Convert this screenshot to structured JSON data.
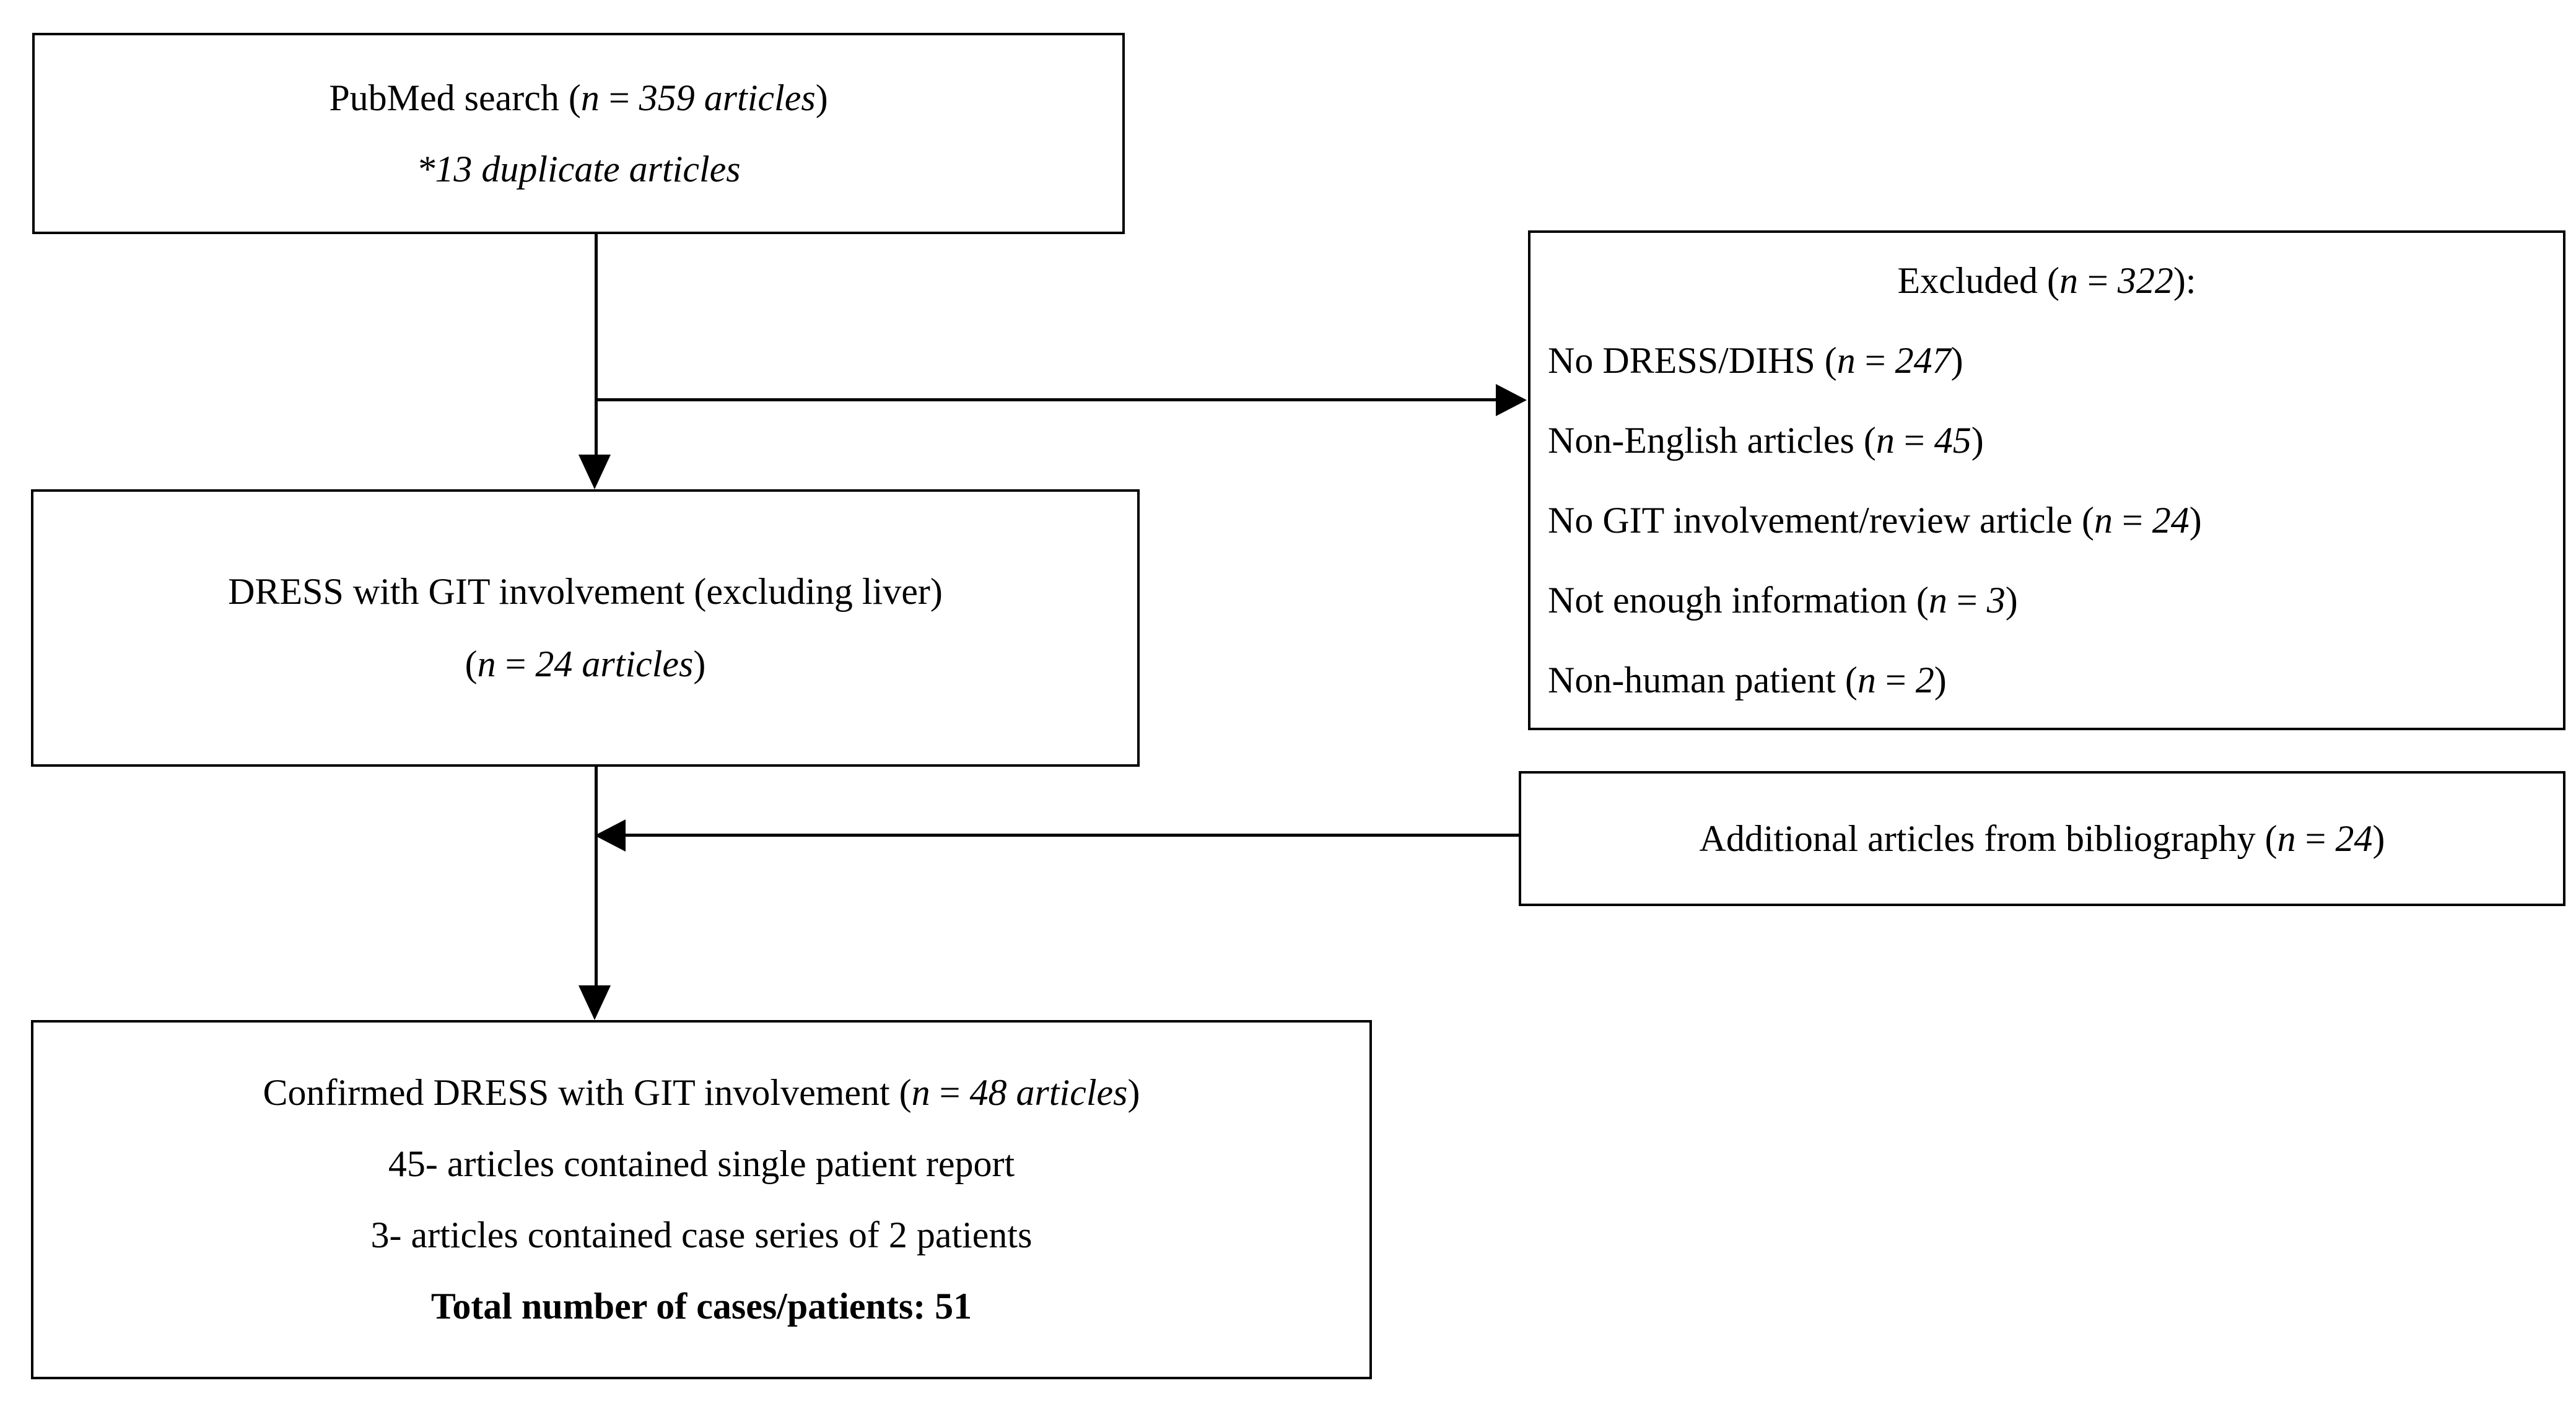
{
  "diagram": {
    "title": "PRISMA-style article selection flowchart",
    "type": "flowchart",
    "accent_color": "#000000",
    "background_color": "#ffffff"
  },
  "boxes": {
    "pubmed": {
      "name": "pubmed-search-box",
      "lines": [
        {
          "pre": "PubMed search (",
          "italic_n": "n",
          "mid": " = ",
          "italic_val": "359 articles",
          "post": ")"
        },
        {
          "italic_all": "*13 duplicate articles"
        }
      ],
      "line1_plain": "PubMed search (n = 359 articles)",
      "line2_plain": "*13 duplicate articles"
    },
    "dress": {
      "name": "dress-git-box",
      "line1": "DRESS with GIT involvement (excluding liver)",
      "line2_pre": "(",
      "line2_italic_n": "n",
      "line2_mid": " = ",
      "line2_italic_val": "24 articles",
      "line2_post": ")",
      "line2_plain": "(n = 24 articles)"
    },
    "confirmed": {
      "name": "confirmed-dress-box",
      "line1_pre": "Confirmed DRESS with GIT involvement (",
      "line1_italic_n": "n",
      "line1_mid": " = ",
      "line1_italic_val": "48 articles",
      "line1_post": ")",
      "line1_plain": "Confirmed DRESS with GIT involvement (n = 48 articles)",
      "line2": "45- articles contained single patient report",
      "line3": "3- articles contained case series of 2 patients",
      "line4": "Total number of cases/patients: 51"
    },
    "excluded": {
      "name": "excluded-box",
      "heading_pre": "Excluded (",
      "heading_italic_n": "n",
      "heading_mid": " = ",
      "heading_val": "322",
      "heading_post": "):",
      "heading_plain": "Excluded (n = 322):",
      "items": [
        {
          "label": "No DRESS/DIHS (",
          "n": "n",
          "eq": " = ",
          "value": "247",
          "close": ")",
          "plain": "No DRESS/DIHS (n = 247)"
        },
        {
          "label": "Non-English articles (",
          "n": "n",
          "eq": " = ",
          "value": "45",
          "close": ")",
          "plain": "Non-English articles (n = 45)"
        },
        {
          "label": "No GIT involvement/review article (",
          "n": "n",
          "eq": " = ",
          "value": "24",
          "close": ")",
          "plain": "No GIT involvement/review article (n = 24)"
        },
        {
          "label": "Not enough information (",
          "n": "n",
          "eq": " = ",
          "value": "3",
          "close": ")",
          "plain": "Not enough information (n = 3)"
        },
        {
          "label": "Non-human patient (",
          "n": "n",
          "eq": " = ",
          "value": "2",
          "close": ")",
          "plain": "Non-human patient (n = 2)"
        }
      ]
    },
    "additional": {
      "name": "additional-articles-box",
      "line_pre": "Additional articles from bibliography  (",
      "line_italic_n": "n",
      "line_mid": " = ",
      "line_val": "24",
      "line_post": ")",
      "line_plain": "Additional articles from bibliography  (n = 24)"
    }
  },
  "connectors": {
    "pubmed_to_dress": "arrow-down",
    "pubmed_to_excluded": "arrow-right",
    "additional_to_flow": "arrow-left",
    "dress_to_confirmed": "arrow-down"
  },
  "chart_data": {
    "type": "flowchart",
    "title": "Article selection flow",
    "nodes": [
      {
        "id": "pubmed",
        "label": "PubMed search",
        "n": 359,
        "unit": "articles",
        "note": "*13 duplicate articles"
      },
      {
        "id": "excluded",
        "label": "Excluded",
        "n": 322,
        "breakdown": [
          {
            "reason": "No DRESS/DIHS",
            "n": 247
          },
          {
            "reason": "Non-English articles",
            "n": 45
          },
          {
            "reason": "No GIT involvement/review article",
            "n": 24
          },
          {
            "reason": "Not enough information",
            "n": 3
          },
          {
            "reason": "Non-human patient",
            "n": 2
          }
        ]
      },
      {
        "id": "dress",
        "label": "DRESS with GIT involvement (excluding liver)",
        "n": 24,
        "unit": "articles"
      },
      {
        "id": "additional",
        "label": "Additional articles from bibliography",
        "n": 24
      },
      {
        "id": "confirmed",
        "label": "Confirmed DRESS with GIT involvement",
        "n": 48,
        "unit": "articles",
        "details": [
          {
            "text": "45- articles contained single patient report",
            "n": 45
          },
          {
            "text": "3- articles contained case series of 2 patients",
            "n": 3
          },
          {
            "text": "Total number of cases/patients: 51",
            "n": 51
          }
        ]
      }
    ],
    "edges": [
      {
        "from": "pubmed",
        "to": "dress",
        "direction": "down"
      },
      {
        "from": "pubmed",
        "to": "excluded",
        "direction": "right"
      },
      {
        "from": "additional",
        "to": "dress-confirmed-link",
        "direction": "left"
      },
      {
        "from": "dress",
        "to": "confirmed",
        "direction": "down"
      }
    ]
  }
}
